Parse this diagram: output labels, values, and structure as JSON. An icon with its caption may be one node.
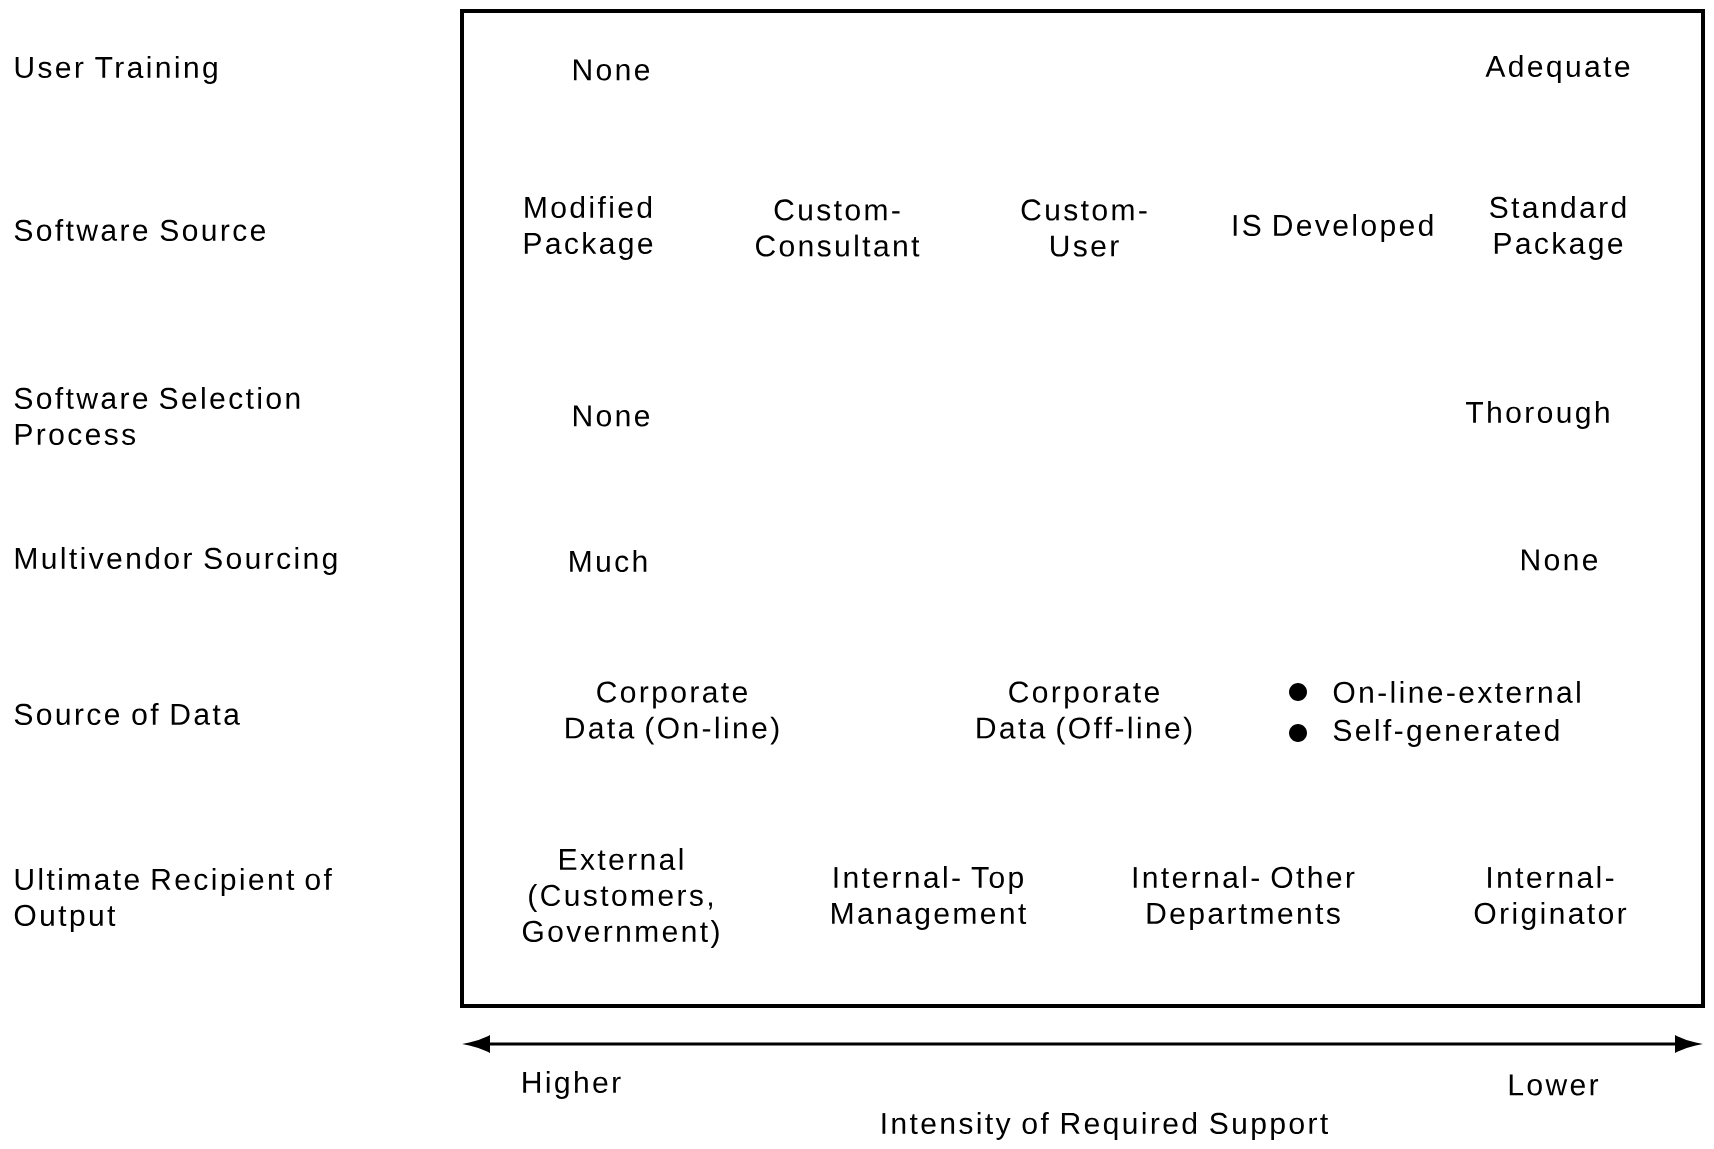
{
  "diagram": {
    "labels": [
      "User Training",
      "None",
      "Adequate",
      "Software Source",
      "Modified Package",
      "Custom- Consultant",
      "Custom- User",
      "IS Developed",
      "Standard Package",
      "Software Selection Process",
      "None",
      "Thorough",
      "Multivendor Sourcing",
      "Much",
      "None",
      "Source of Data",
      "Corporate Data (On-line)",
      "Corporate Data (Off-line)",
      "On-line-external",
      "Self-generated",
      "Ultimate Recipient of Output",
      "External (Customers, Government)",
      "Internal- Top Management",
      "Internal- Other Departments",
      "Internal- Originator",
      "Higher",
      "Lower",
      "Intensity of Required Support"
    ]
  }
}
